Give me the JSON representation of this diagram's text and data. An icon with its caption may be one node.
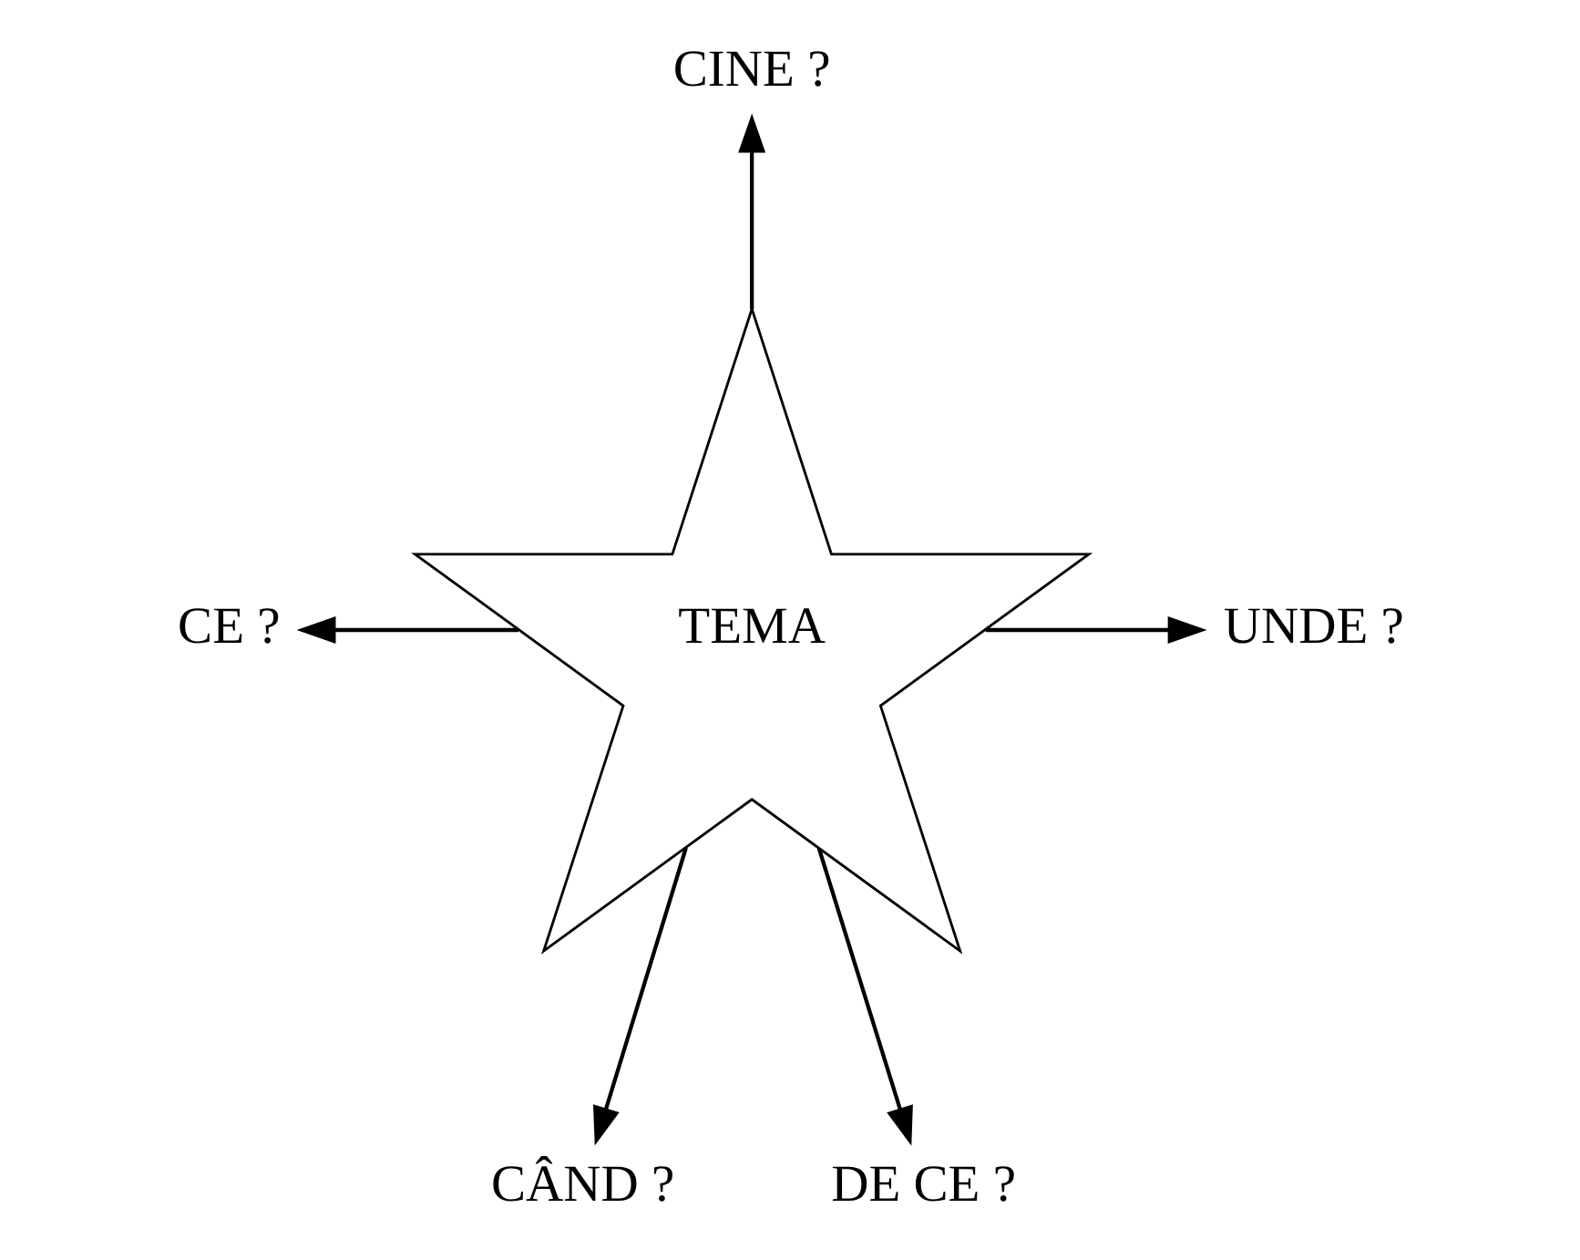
{
  "diagram": {
    "nodes": [
      {
        "text": [
          "TEMA"
        ]
      },
      {
        "text": [
          "CINE ?"
        ]
      },
      {
        "text": [
          "CE ?"
        ]
      },
      {
        "text": [
          "UNDE ?"
        ]
      },
      {
        "text": [
          "CÂND ?"
        ]
      },
      {
        "text": [
          "DE CE ?"
        ]
      }
    ],
    "edges": [
      {
        "from": 0,
        "to": 1,
        "arrow": "to"
      },
      {
        "from": 0,
        "to": 2,
        "arrow": "to"
      },
      {
        "from": 0,
        "to": 3,
        "arrow": "to"
      },
      {
        "from": 0,
        "to": 4,
        "arrow": "to"
      },
      {
        "from": 0,
        "to": 5,
        "arrow": "to"
      }
    ]
  }
}
